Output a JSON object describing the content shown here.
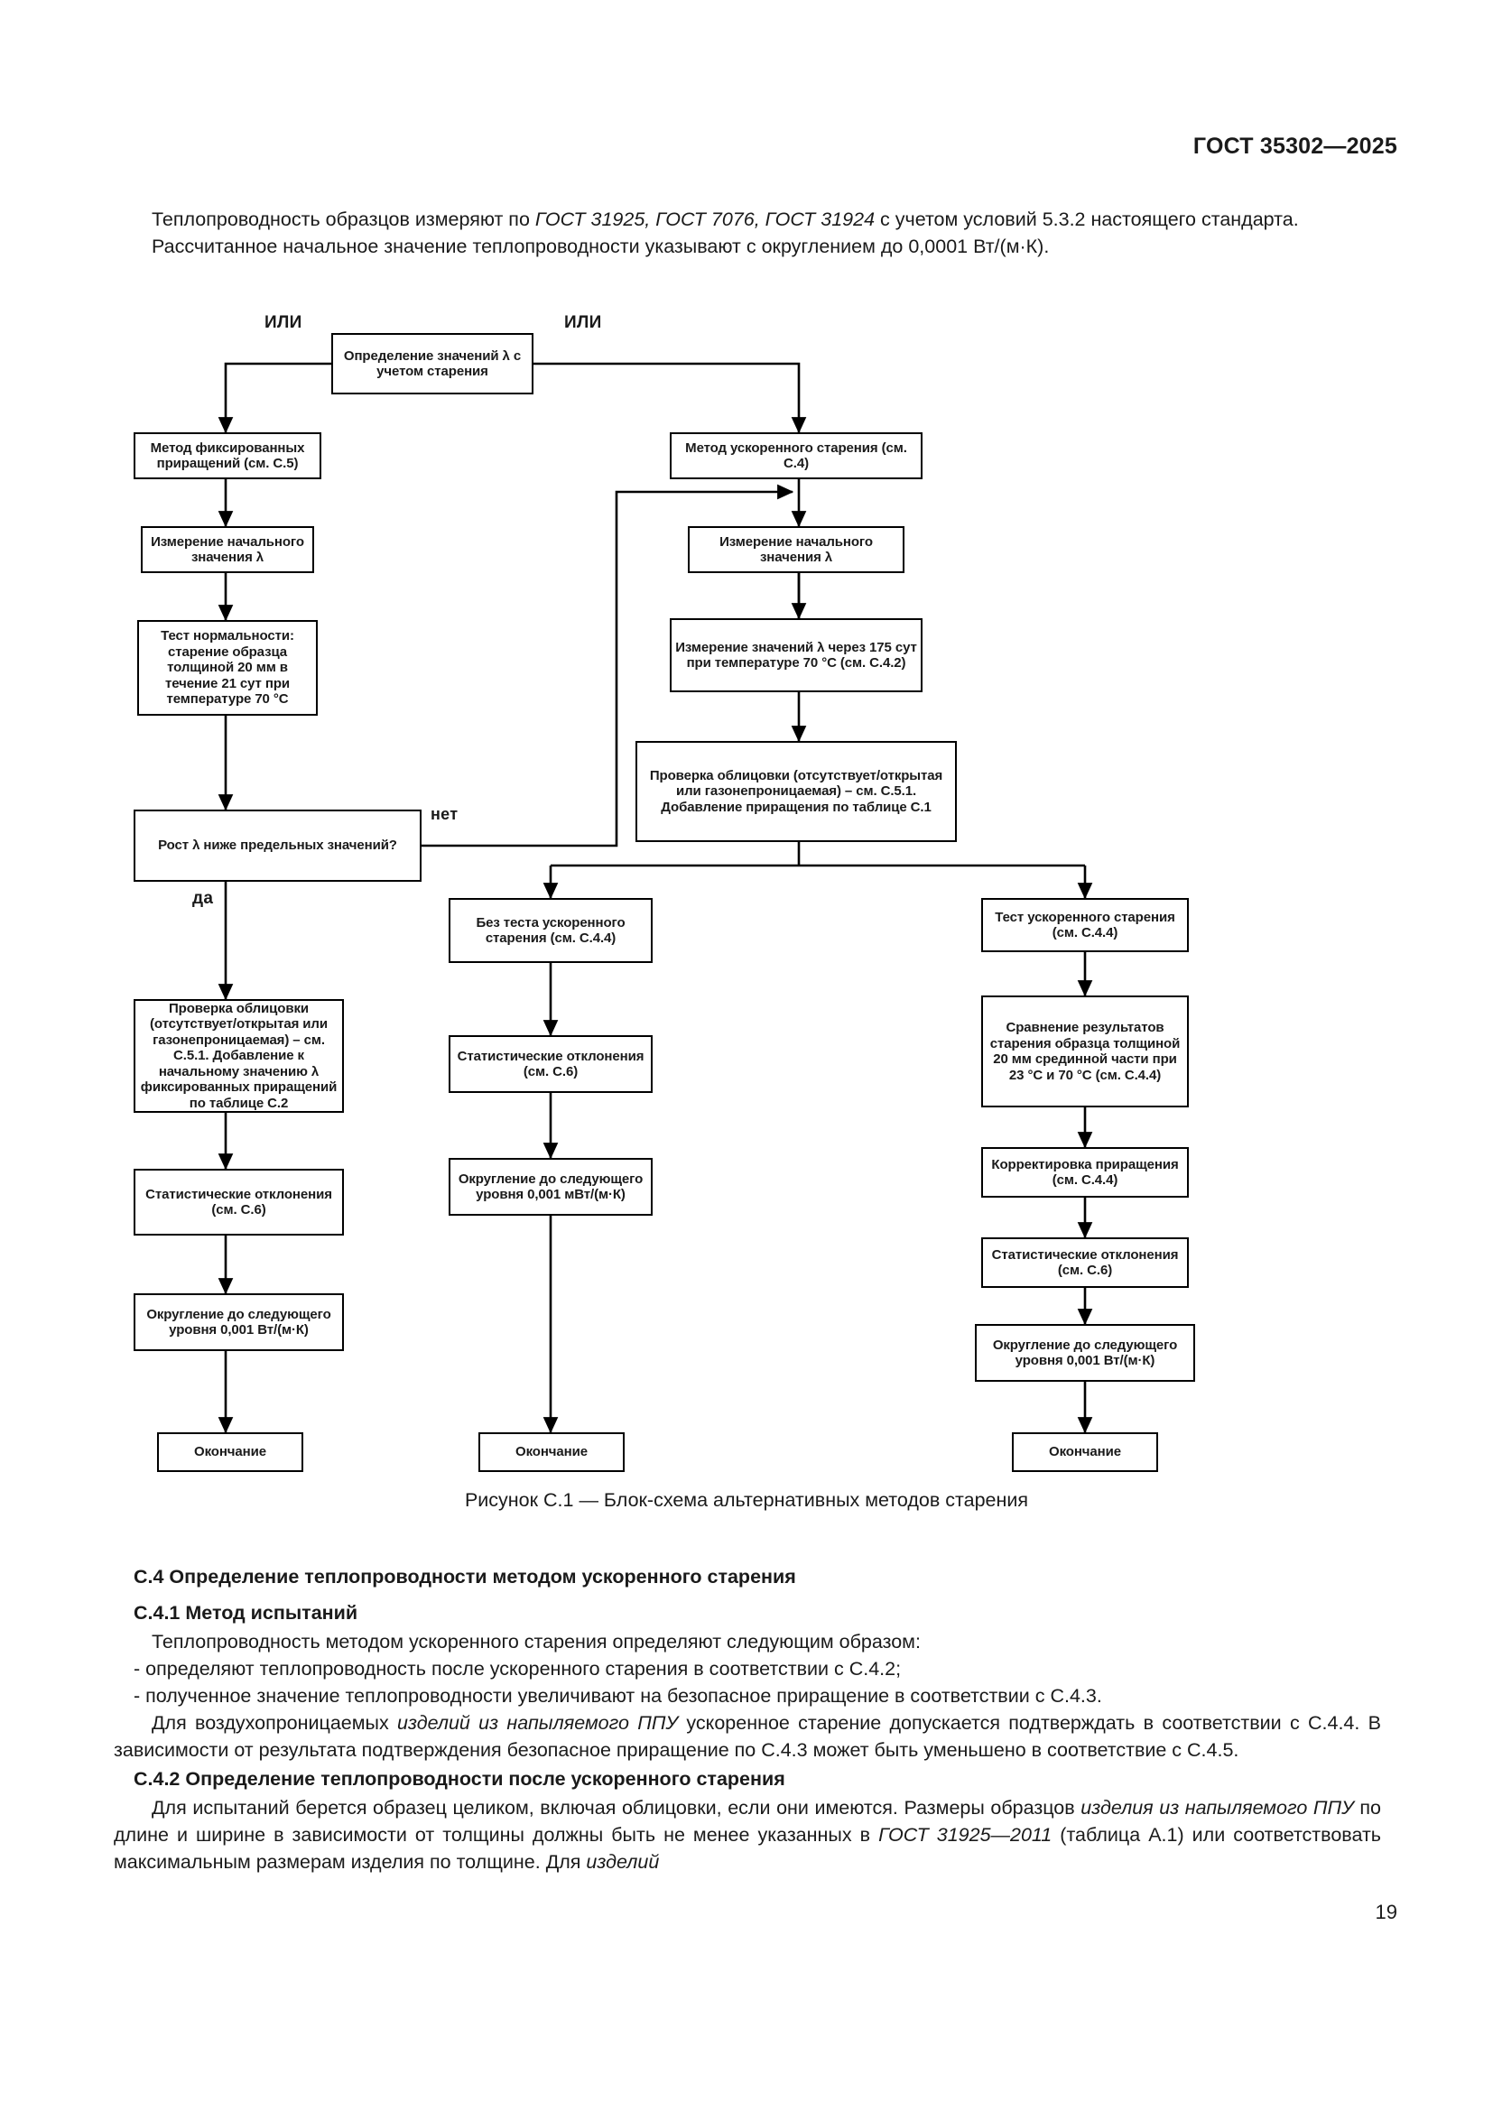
{
  "header": {
    "standard": "ГОСТ 35302—2025"
  },
  "page_number": "19",
  "intro": {
    "p1": "Теплопроводность образцов измеряют по ",
    "p1_italic": "ГОСТ 31925, ГОСТ 7076, ГОСТ 31924",
    "p1_tail": " с учетом условий 5.3.2 настоящего стандарта.",
    "p2": "Рассчитанное начальное значение теплопроводности указывают с округлением до 0,0001 Вт/(м·К)."
  },
  "figure": {
    "caption": "Рисунок С.1 — Блок-схема альтернативных методов старения",
    "labels": {
      "or_left": "ИЛИ",
      "or_right": "ИЛИ",
      "no": "нет",
      "yes": "да"
    },
    "nodes": {
      "start": "Определение значений λ с учетом старения",
      "left_method": "Метод фиксированных приращений (см. С.5)",
      "left_initial": "Измерение начального значения λ",
      "left_normality": "Тест нормальности: старение образца толщиной 20 мм в течение 21 сут при температуре 70 °С",
      "left_decision": "Рост λ ниже предельных значений?",
      "left_facing": "Проверка облицовки (отсутствует/открытая или газонепроницаемая) – см. С.5.1. Добавление к начальному значению λ фиксированных приращений по таблице С.2",
      "left_stats": "Статистические отклонения (см. С.6)",
      "left_round": "Округление до следующего уровня 0,001 Вт/(м·К)",
      "left_end": "Окончание",
      "right_method": "Метод ускоренного старения (см. С.4)",
      "right_initial": "Измерение начального значения λ",
      "right_measure175": "Измерение значений λ через 175 сут при температуре 70 °С (см. С.4.2)",
      "right_facing": "Проверка облицовки (отсутствует/открытая или газонепроницаемая) – см. С.5.1. Добавление приращения по таблице С.1",
      "mid_notest": "Без теста ускоренного старения (см. С.4.4)",
      "mid_stats": "Статистические отклонения (см. С.6)",
      "mid_round": "Округление до следующего уровня 0,001 мВт/(м·К)",
      "mid_end": "Окончание",
      "r_test": "Тест ускоренного старения (см. С.4.4)",
      "r_compare": "Сравнение результатов старения образца толщиной 20 мм срединной части при 23 °С и 70 °С (см. С.4.4)",
      "r_correct": "Корректировка приращения (см. С.4.4)",
      "r_stats": "Статистические отклонения (см. С.6)",
      "r_round": "Округление до следующего уровня 0,001 Вт/(м·К)",
      "r_end": "Окончание"
    }
  },
  "section_c4": {
    "heading": "С.4 Определение теплопроводности методом ускоренного старения",
    "sub1_heading": "С.4.1 Метод испытаний",
    "sub1_p1": "Теплопроводность методом ускоренного старения определяют следующим образом:",
    "sub1_d1": "-  определяют теплопроводность после ускоренного старения в соответствии с С.4.2;",
    "sub1_d2": "-  полученное значение теплопроводности увеличивают на безопасное приращение в соответствии с С.4.3.",
    "sub1_p2_a": "Для воздухопроницаемых ",
    "sub1_p2_i": "изделий из напыляемого ППУ",
    "sub1_p2_b": " ускоренное старение допускается подтверждать в соответствии с С.4.4. В зависимости от результата подтверждения безопасное приращение по С.4.3 может быть уменьшено в соответствие с С.4.5.",
    "sub2_heading": "С.4.2 Определение теплопроводности после ускоренного старения",
    "sub2_p1_a": "Для испытаний берется образец целиком, включая облицовки, если они имеются. Размеры образцов ",
    "sub2_p1_i1": "изделия из напыляемого ППУ",
    "sub2_p1_b": " по длине и ширине в зависимости от толщины должны быть не менее указанных в ",
    "sub2_p1_i2": "ГОСТ 31925—2011",
    "sub2_p1_c": " (таблица А.1) или соответствовать максимальным размерам изделия по толщине. Для ",
    "sub2_p1_i3": "изделий"
  }
}
